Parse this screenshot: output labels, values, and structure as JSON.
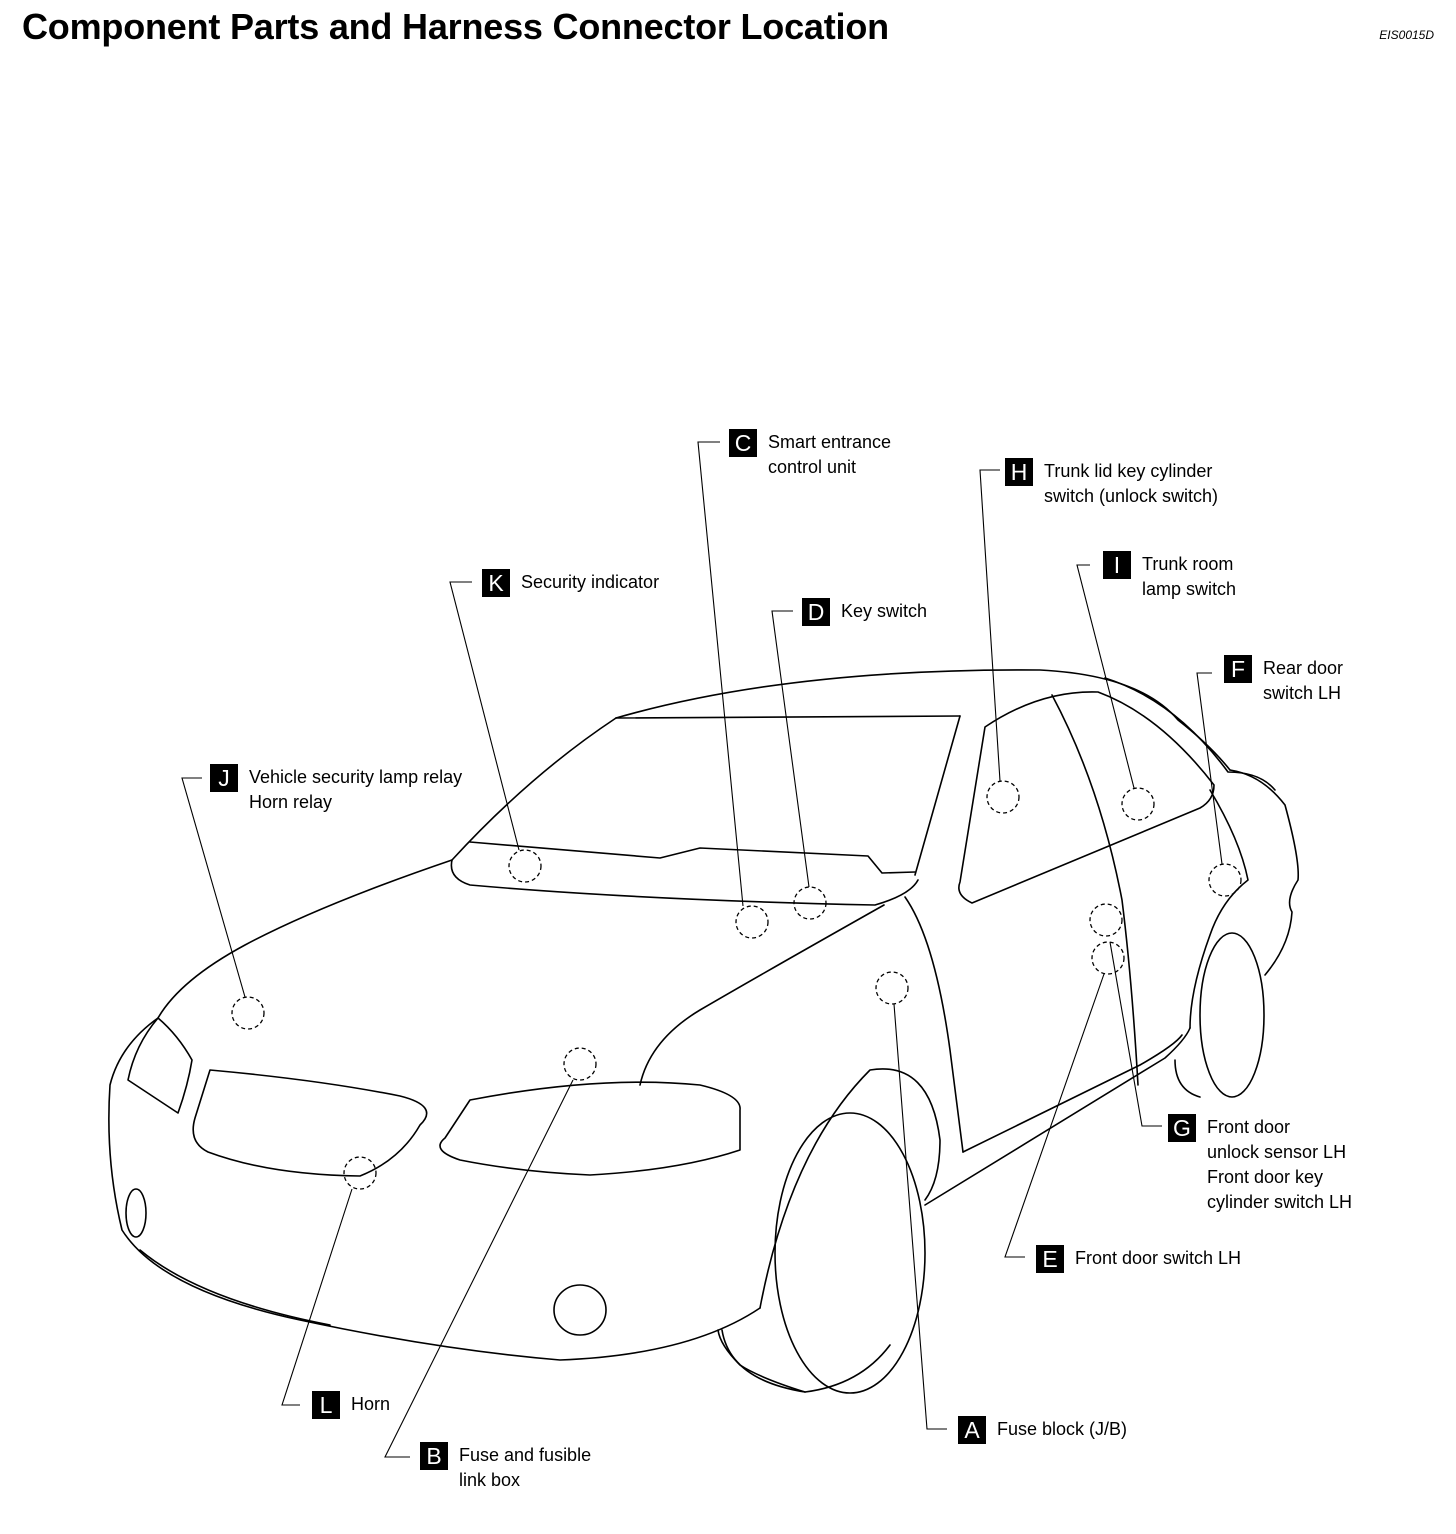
{
  "title": "Component Parts and Harness Connector Location",
  "doc_code": "EIS0015D",
  "callouts": [
    {
      "letter": "A",
      "lines": [
        "Fuse block (J/B)"
      ]
    },
    {
      "letter": "B",
      "lines": [
        "Fuse and fusible",
        "link box"
      ]
    },
    {
      "letter": "C",
      "lines": [
        "Smart entrance",
        "control unit"
      ]
    },
    {
      "letter": "D",
      "lines": [
        "Key switch"
      ]
    },
    {
      "letter": "E",
      "lines": [
        "Front door switch LH"
      ]
    },
    {
      "letter": "F",
      "lines": [
        "Rear door",
        "switch LH"
      ]
    },
    {
      "letter": "G",
      "lines": [
        "Front door",
        "unlock sensor LH",
        "Front door key",
        "cylinder switch LH"
      ]
    },
    {
      "letter": "H",
      "lines": [
        "Trunk lid key cylinder",
        "switch (unlock switch)"
      ]
    },
    {
      "letter": "I",
      "lines": [
        "Trunk room",
        "lamp switch"
      ]
    },
    {
      "letter": "J",
      "lines": [
        "Vehicle security lamp relay",
        "Horn relay"
      ]
    },
    {
      "letter": "K",
      "lines": [
        "Security indicator"
      ]
    },
    {
      "letter": "L",
      "lines": [
        "Horn"
      ]
    }
  ]
}
